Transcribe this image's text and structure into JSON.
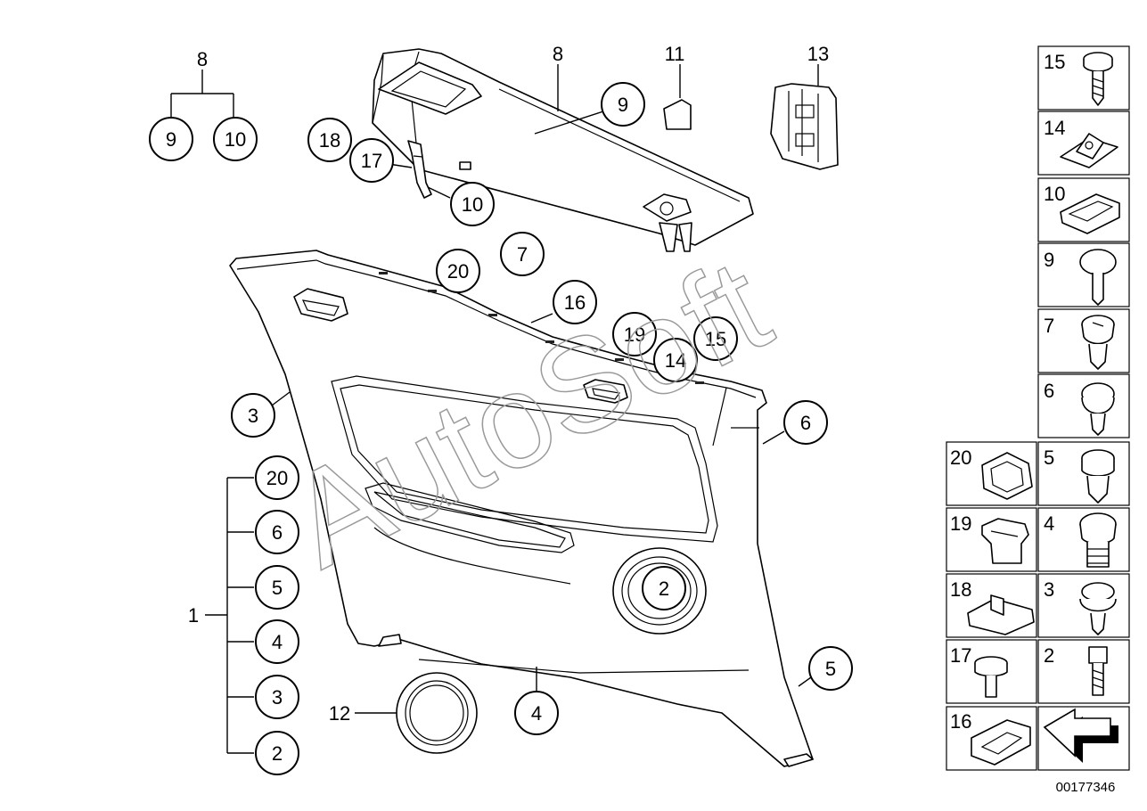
{
  "diagram_id": "00177346",
  "watermark": "AutoSoft",
  "callouts": [
    {
      "label": "8"
    },
    {
      "label": "9"
    },
    {
      "label": "10"
    },
    {
      "label": "18"
    },
    {
      "label": "17"
    },
    {
      "label": "10"
    },
    {
      "label": "8"
    },
    {
      "label": "9"
    },
    {
      "label": "11"
    },
    {
      "label": "13"
    },
    {
      "label": "7"
    },
    {
      "label": "20"
    },
    {
      "label": "16"
    },
    {
      "label": "19"
    },
    {
      "label": "14"
    },
    {
      "label": "15"
    },
    {
      "label": "3"
    },
    {
      "label": "6"
    },
    {
      "label": "20"
    },
    {
      "label": "6"
    },
    {
      "label": "5"
    },
    {
      "label": "4"
    },
    {
      "label": "3"
    },
    {
      "label": "2"
    },
    {
      "label": "1"
    },
    {
      "label": "2"
    },
    {
      "label": "5"
    },
    {
      "label": "4"
    },
    {
      "label": "12"
    }
  ],
  "parts_legend": [
    {
      "label": "15"
    },
    {
      "label": "14"
    },
    {
      "label": "10"
    },
    {
      "label": "9"
    },
    {
      "label": "7"
    },
    {
      "label": "6"
    },
    {
      "label": "20"
    },
    {
      "label": "5"
    },
    {
      "label": "19"
    },
    {
      "label": "4"
    },
    {
      "label": "18"
    },
    {
      "label": "3"
    },
    {
      "label": "17"
    },
    {
      "label": "2"
    },
    {
      "label": "16"
    }
  ]
}
